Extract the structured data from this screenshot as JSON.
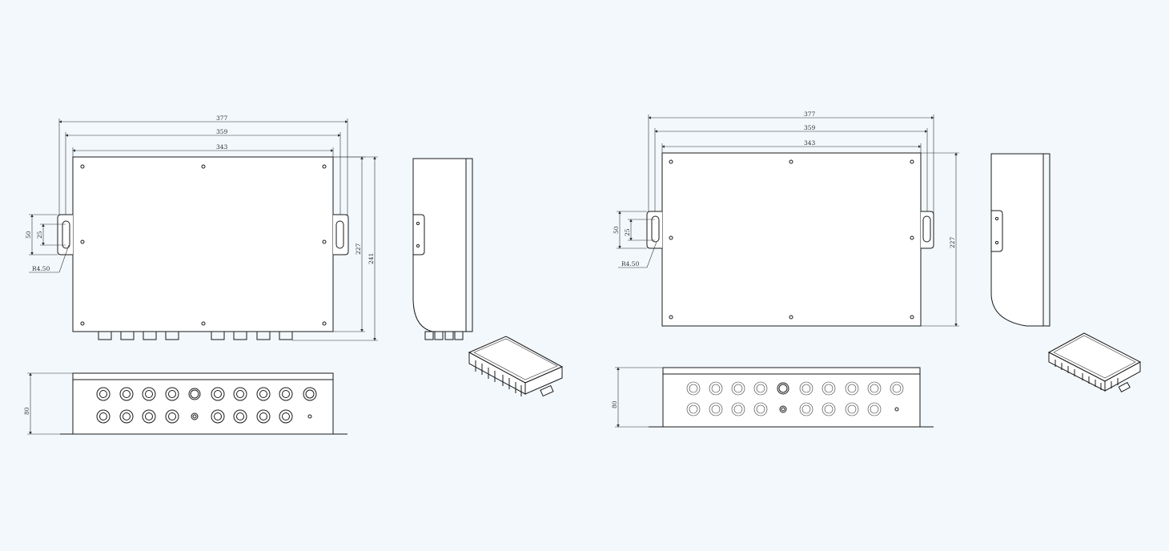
{
  "drawing_left": {
    "top_view": {
      "width_overall": "377",
      "width_brackets": "359",
      "width_body": "343",
      "height_body": "227",
      "height_overall": "241",
      "slot_spacing": "50",
      "slot_length": "25",
      "slot_radius": "R4.50"
    },
    "front_view": {
      "height": "80"
    }
  },
  "drawing_right": {
    "top_view": {
      "width_overall": "377",
      "width_brackets": "359",
      "width_body": "343",
      "height_body": "227",
      "slot_spacing": "50",
      "slot_length": "25",
      "slot_radius": "R4.50"
    },
    "front_view": {
      "height": "80"
    }
  },
  "colors": {
    "background": "#f3f8fc",
    "line": "#1a1a1a"
  }
}
